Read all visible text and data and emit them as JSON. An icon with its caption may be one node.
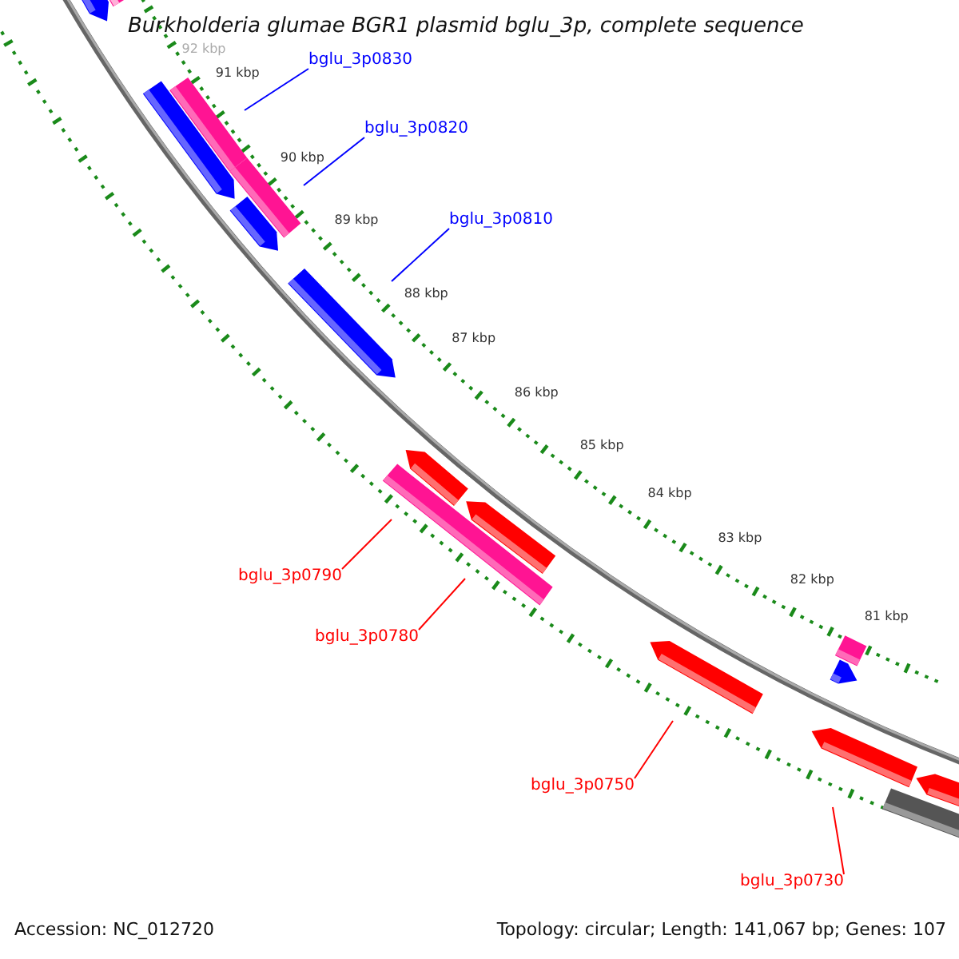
{
  "diagram": {
    "title": "Burkholderia glumae BGR1 plasmid bglu_3p, complete sequence",
    "nodes": [
      {
        "text": [
          "bglu_3p0830"
        ]
      },
      {
        "text": [
          "bglu_3p0820"
        ]
      },
      {
        "text": [
          "bglu_3p0810"
        ]
      },
      {
        "text": [
          "bglu_3p0790"
        ]
      },
      {
        "text": [
          "bglu_3p0780"
        ]
      },
      {
        "text": [
          "bglu_3p0750"
        ]
      },
      {
        "text": [
          "bglu_3p0730"
        ]
      }
    ],
    "edges": [
      {
        "from": 0,
        "to": null,
        "arrow": "none",
        "color": "#0000ff"
      },
      {
        "from": 1,
        "to": null,
        "arrow": "none",
        "color": "#0000ff"
      },
      {
        "from": 2,
        "to": null,
        "arrow": "none",
        "color": "#0000ff"
      },
      {
        "from": 3,
        "to": null,
        "arrow": "none"
      },
      {
        "from": 4,
        "to": null,
        "arrow": "none"
      },
      {
        "from": 5,
        "to": null,
        "arrow": "none"
      },
      {
        "from": 6,
        "to": null,
        "arrow": "none"
      }
    ],
    "labels": [
      "92 kbp",
      "91 kbp",
      "90 kbp",
      "89 kbp",
      "88 kbp",
      "87 kbp",
      "86 kbp",
      "85 kbp",
      "84 kbp",
      "83 kbp",
      "82 kbp",
      "81 kbp",
      "Accession: NC_012720",
      "Topology: circular; Length: 141,067 bp; Genes: 107"
    ]
  }
}
